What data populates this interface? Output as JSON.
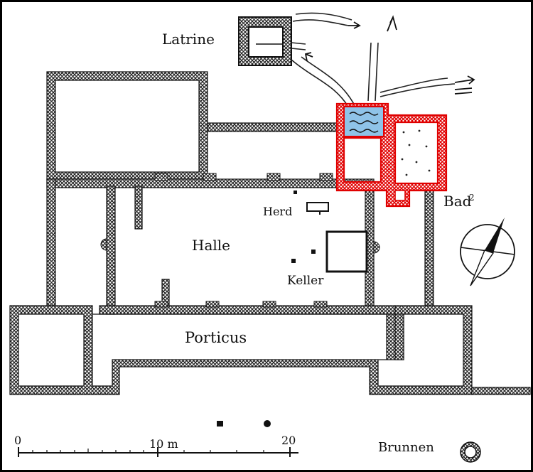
{
  "labels": {
    "latrine": "Latrine",
    "bath": "Bad",
    "bath_sup": "2",
    "herd": "Herd",
    "halle": "Halle",
    "keller": "Keller",
    "porticus": "Porticus",
    "brunnen": "Brunnen"
  },
  "scale_bar": {
    "start": "0",
    "mid": "10 m",
    "end": "20"
  },
  "colors": {
    "wall_hatch": "#222222",
    "bath_walls": "#e00000",
    "water_basin": "#8fc3e8",
    "background": "#ffffff"
  },
  "icons": {
    "compass": "north-arrow-icon",
    "well": "well-ring-icon",
    "flow": "drain-arrow-icon"
  }
}
